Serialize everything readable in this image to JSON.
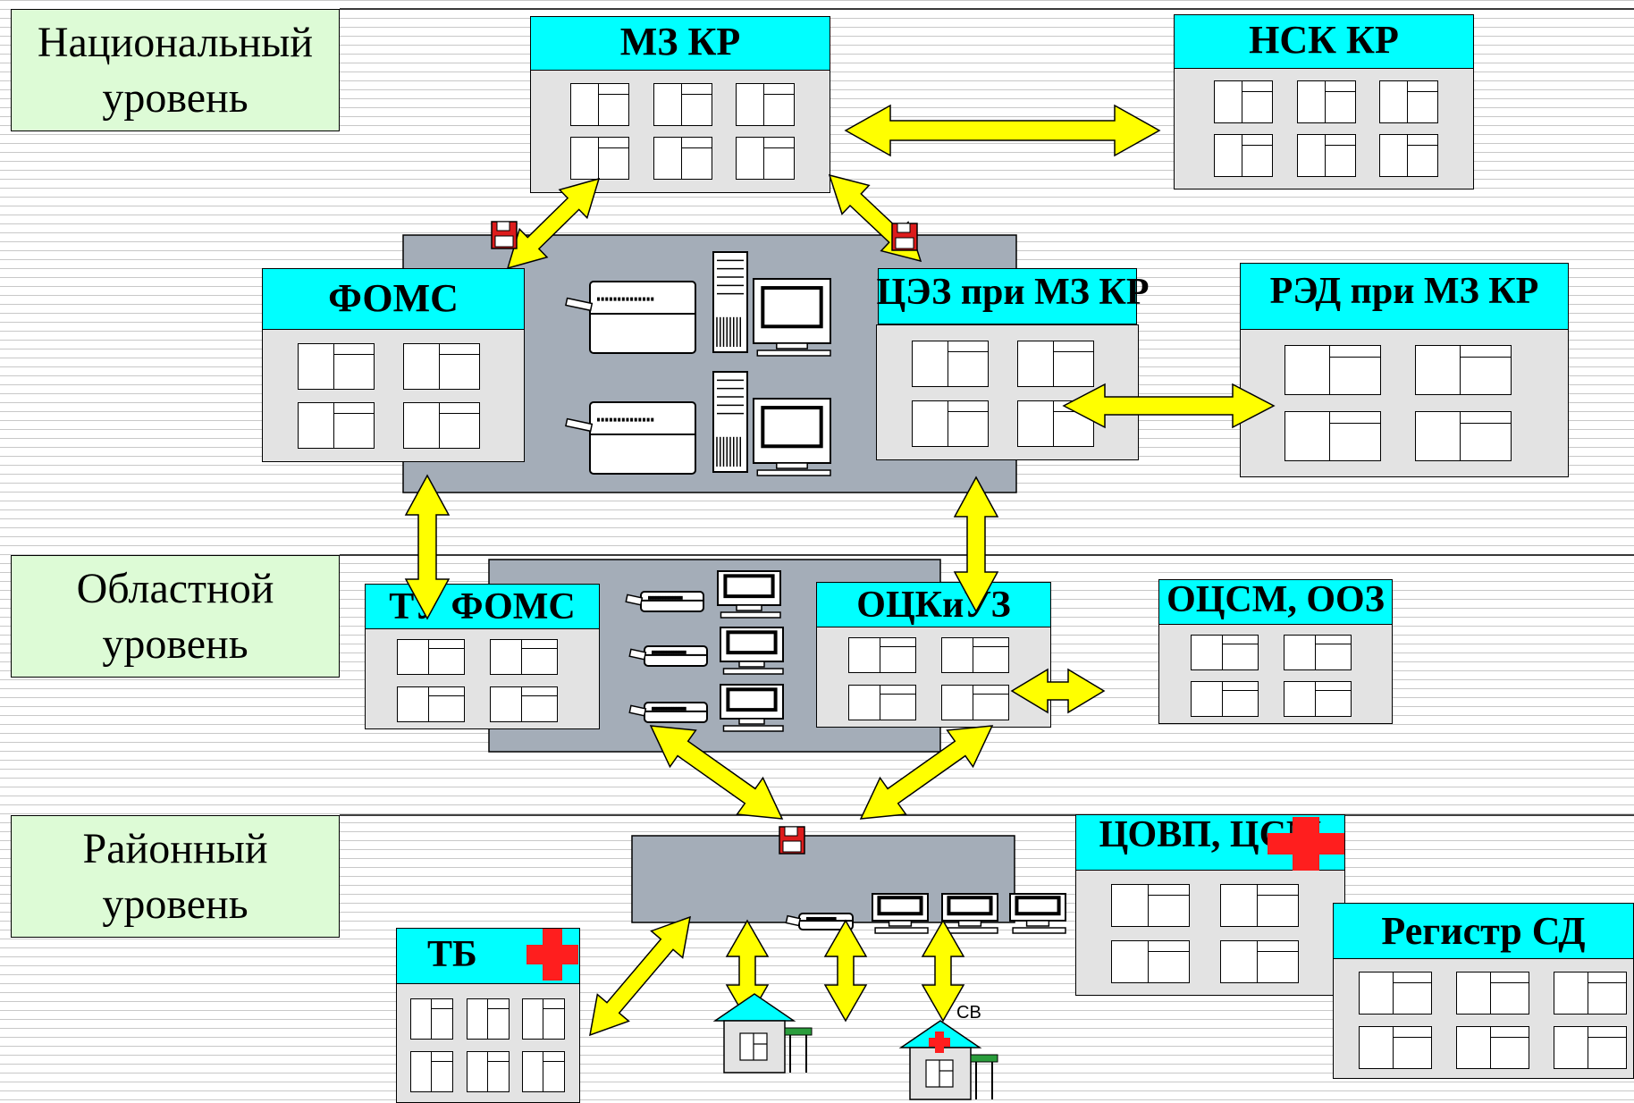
{
  "levels": {
    "national": {
      "line1": "Национальный",
      "line2": "уровень"
    },
    "regional": {
      "line1": "Областной",
      "line2": "уровень"
    },
    "district": {
      "line1": "Районный",
      "line2": "уровень"
    }
  },
  "buildings": {
    "mz_kr": "МЗ КР",
    "nsk_kr": "НСК КР",
    "foms": "ФОМС",
    "cez": "ЦЭЗ при МЗ КР",
    "red": "РЭД при МЗ КР",
    "tu_foms": "ТУ ФОМС",
    "ockiuz": "ОЦКиУЗ",
    "ocsm": "ОЦСМ, ООЗ",
    "covp": "ЦОВП, ЦСМ",
    "registr": "Регистр СД",
    "tb": "ТБ"
  },
  "small_labels": {
    "fap": "СВ"
  },
  "colors": {
    "header_cyan": "#00ffff",
    "building_gray": "#e3e3e3",
    "panel_steel": "#a4adb8",
    "level_green": "#ddfbd6",
    "arrow_yellow": "#ffff00",
    "cross_red": "#ff1e1e"
  }
}
